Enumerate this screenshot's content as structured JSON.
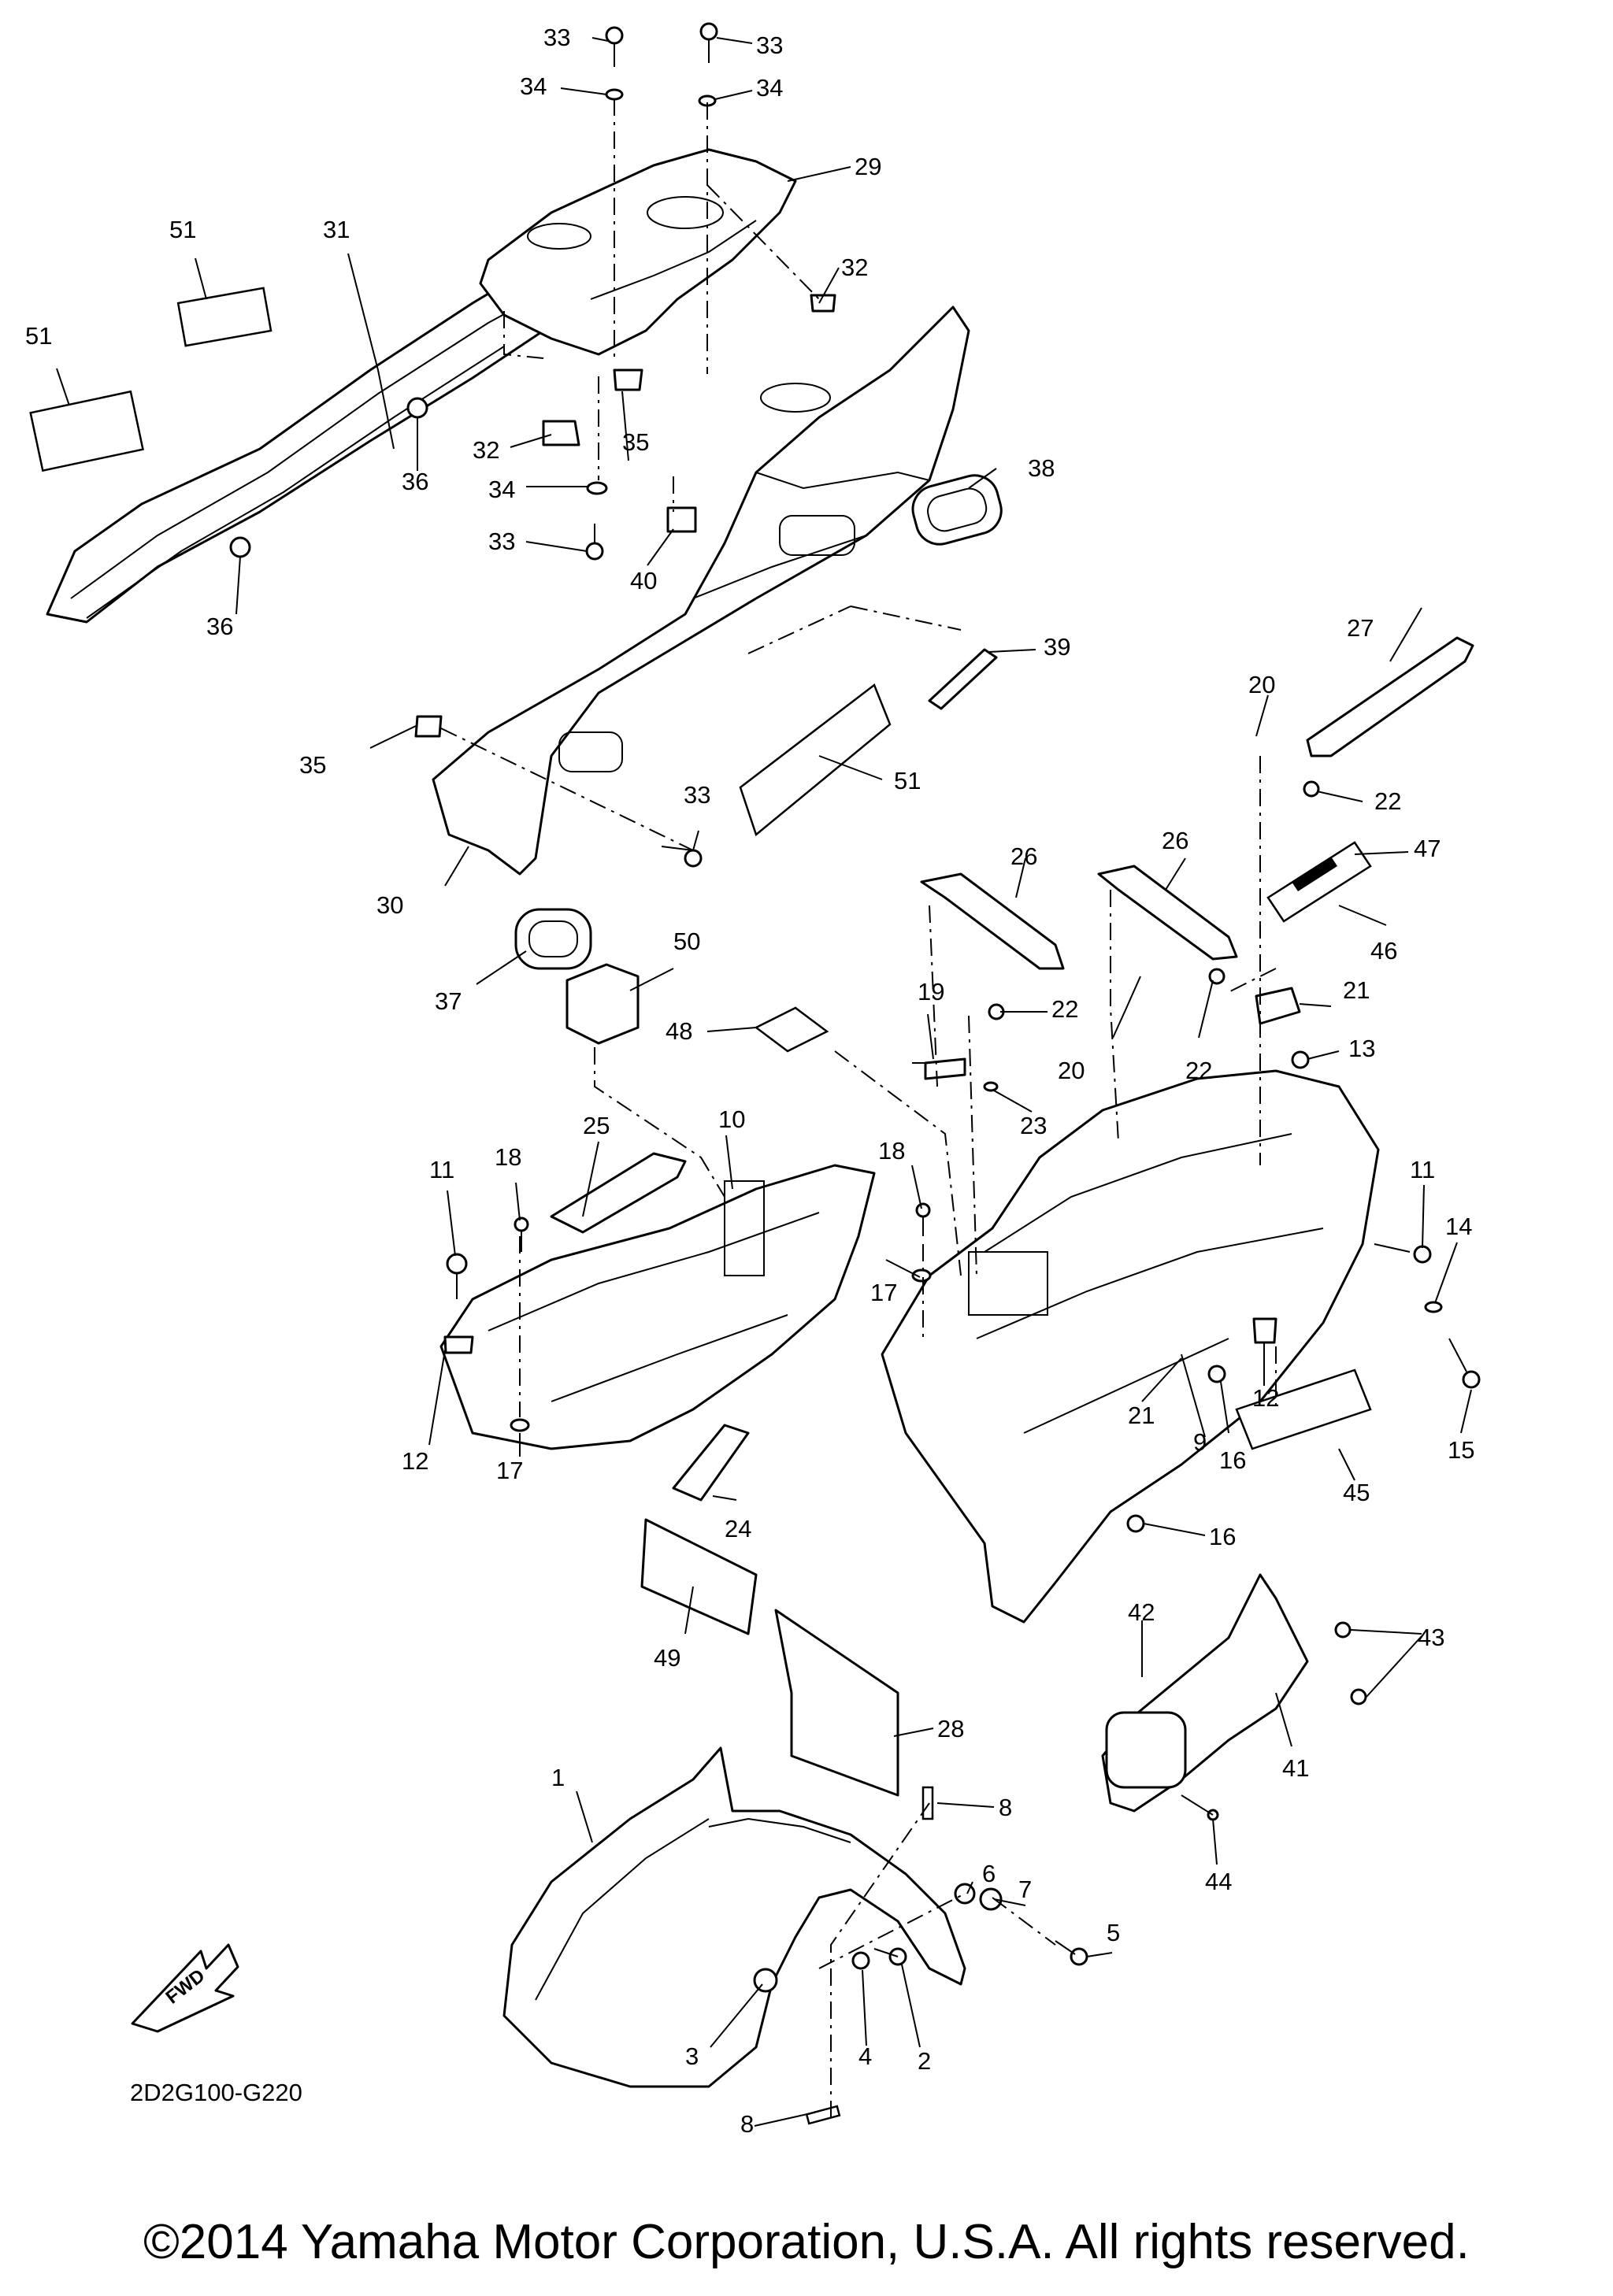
{
  "diagram": {
    "callouts": [
      "1",
      "2",
      "3",
      "4",
      "5",
      "6",
      "7",
      "8",
      "9",
      "10",
      "11",
      "12",
      "13",
      "14",
      "15",
      "16",
      "17",
      "18",
      "19",
      "20",
      "21",
      "22",
      "23",
      "24",
      "25",
      "26",
      "27",
      "28",
      "29",
      "30",
      "31",
      "32",
      "33",
      "34",
      "35",
      "36",
      "37",
      "38",
      "39",
      "40",
      "41",
      "42",
      "43",
      "44",
      "45",
      "46",
      "47",
      "48",
      "49",
      "50",
      "51"
    ],
    "diagram_code": "2D2G100-G220",
    "fwd_badge": "FWD",
    "copyright": "©2014 Yamaha Motor Corporation, U.S.A. All rights reserved."
  }
}
